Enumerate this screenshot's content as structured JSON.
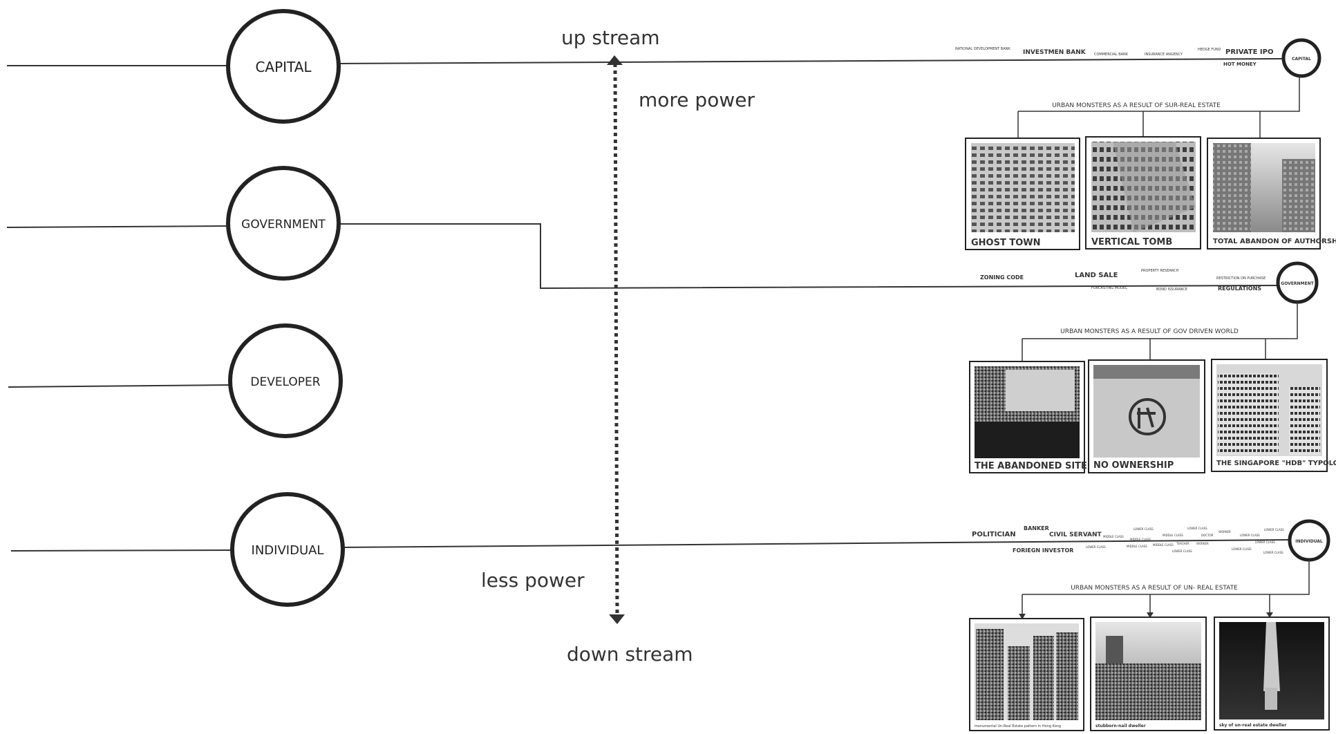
{
  "stakeholders": {
    "capital": "CAPITAL",
    "government": "GOVERNMENT",
    "developer": "DEVELOPER",
    "individual": "INDIVIDUAL"
  },
  "power_axis": {
    "up": "up stream",
    "more": "more power",
    "less": "less power",
    "down": "down stream"
  },
  "capital_row": {
    "node": "CAPITAL",
    "terms": {
      "national_dev_bank": "NATIONAL DEVELOPMENT BANK",
      "investment_bank": "INVESTMEN BANK",
      "commercial_bank": "COMMERCIAL BANK",
      "insurance_agency": "INSURANCE ANGENCY",
      "hedge_fund": "HEDGE FUND",
      "private_ipo": "PRIVATE IPO",
      "hot_money": "HOT MONEY"
    },
    "caption": "URBAN MONSTERS AS A RESULT OF SUR-REAL ESTATE",
    "photos": [
      "GHOST TOWN",
      "VERTICAL TOMB",
      "TOTAL ABANDON OF AUTHORSHIP"
    ]
  },
  "government_row": {
    "node": "GOVERNMENT",
    "terms": {
      "zoning_code": "ZONING CODE",
      "land_sale": "LAND SALE",
      "forcasting_model": "FORCASTING MODEL",
      "property_research": "PROPERTY RESEARCH",
      "bond_issuance": "BOND ISSURANCE",
      "restriction": "RESTRICTION ON PURCHASE",
      "regulations": "REGULATIONS"
    },
    "caption": "URBAN MONSTERS AS A RESULT OF GOV DRIVEN WORLD",
    "photos": [
      "THE ABANDONED SITE",
      "NO OWNERSHIP",
      "THE SINGAPORE \"HDB\" TYPOLOGY"
    ]
  },
  "individual_row": {
    "node": "INDIVIDUAL",
    "terms": {
      "politician": "POLITICIAN",
      "banker": "BANKER",
      "civil_servant": "CIVIL SERVANT",
      "foreign_investor": "FORIEGN INVESTOR",
      "lower_class": "LOWER CLASS",
      "middle_class": "MIDDLE CLASS",
      "doctor": "DOCTOR",
      "teacher": "TEACHER",
      "worker": "WORKER"
    },
    "caption": "URBAN MONSTERS AS A RESULT OF UN- REAL ESTATE",
    "photos": [
      "monumental Un-Real Estate pattern in Hong Kong",
      "stubborn-nail dweller",
      "sky of un-real estate dweller"
    ]
  }
}
